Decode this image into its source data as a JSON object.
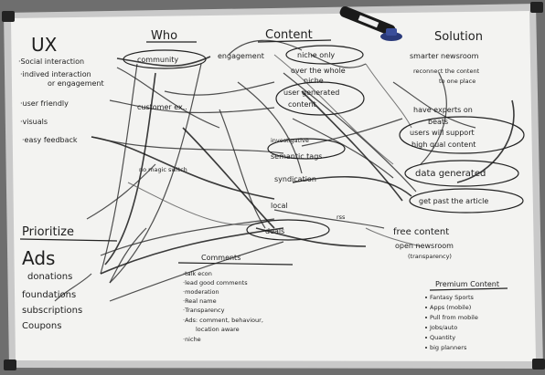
{
  "columns": {
    "ux": "UX",
    "who": "Who",
    "content": "Content",
    "solution": "Solution"
  },
  "ux_items": [
    "·Social interaction",
    "·indived interaction",
    "or engagement",
    "·user friendly",
    "·visuals",
    "·easy feedback"
  ],
  "who_items": [
    "community",
    "engagement",
    "customer ex..",
    "no magic switch"
  ],
  "content_items": [
    "niche only",
    "over the whole",
    "niche",
    "user generated",
    "content",
    "investigative",
    "semantic tags",
    "syndication",
    "local",
    "deals",
    "rss"
  ],
  "solution_items": [
    "smarter newsroom",
    "reconnect the content",
    "to one place",
    "have experts on",
    "beats",
    "users will support",
    "high qual content",
    "data generated",
    "get past the article",
    "free content",
    "open newsroom",
    "(transparency)"
  ],
  "prioritize": "Prioritize",
  "revenue": [
    "Ads",
    "donations",
    "foundations",
    "subscriptions",
    "Coupons"
  ],
  "comments_title": "Comments",
  "comments_items": [
    "·talk econ",
    "·lead good comments",
    "·moderation",
    "·Real name",
    "·Transparency",
    "·Ads: comment, behaviour,",
    "location aware",
    "·niche"
  ],
  "premium_title": "Premium Content",
  "premium_items": [
    "Fantasy Sports",
    "Apps (mobile)",
    "Pull from mobile",
    "Jobs/auto",
    "Quantity",
    "big planners"
  ],
  "colors": {
    "board": "#f3f3f1",
    "frame": "#c9c9c9",
    "ink": "#1e1e1e",
    "wall": "#6e6e6e"
  },
  "icons": {
    "marker": "marker-icon",
    "magnet": "magnet-icon"
  }
}
